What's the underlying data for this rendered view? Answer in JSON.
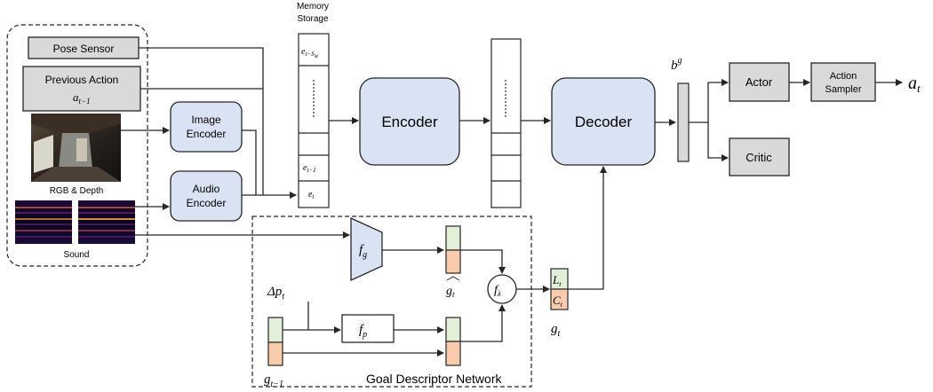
{
  "inputs": {
    "pose_sensor": "Pose Sensor",
    "previous_action": "Previous Action",
    "previous_action_symbol": "a",
    "previous_action_sub": "t−1",
    "rgb_caption": "RGB & Depth",
    "sound_caption": "Sound"
  },
  "encoders": {
    "image_line1": "Image",
    "image_line2": "Encoder",
    "audio_line1": "Audio",
    "audio_line2": "Encoder"
  },
  "memory": {
    "title_line1": "Memory",
    "title_line2": "Storage",
    "first_slot": "e",
    "first_slot_sub": "t−S",
    "first_slot_subsub": "M",
    "second_last_slot": "e",
    "second_last_sub": "t−1",
    "last_slot": "e",
    "last_slot_sub": "t"
  },
  "transformer": {
    "encoder": "Encoder",
    "decoder": "Decoder"
  },
  "policy": {
    "belief": "b",
    "belief_sup": "g",
    "actor": "Actor",
    "critic": "Critic",
    "sampler_line1": "Action",
    "sampler_line2": "Sampler",
    "action_out": "a",
    "action_out_sub": "t"
  },
  "goal_network": {
    "title": "Goal Descriptor Network",
    "fg": "f",
    "fg_sub": "g",
    "fp": "f",
    "fp_sub": "p",
    "flambda": "f",
    "flambda_sub": "λ",
    "ghat": "g",
    "ghat_sub": "t",
    "delta_p": "Δp",
    "delta_p_sub": "t",
    "g_prev": "g",
    "g_prev_sub": "t−1",
    "L": "L",
    "L_sub": "t",
    "C": "C",
    "C_sub": "t",
    "g_out": "g",
    "g_out_sub": "t"
  },
  "colors": {
    "module_blue": "#dae3f3",
    "module_gray": "#d9d9d9",
    "location_green": "#e2efd9",
    "category_orange": "#f8cbad"
  }
}
